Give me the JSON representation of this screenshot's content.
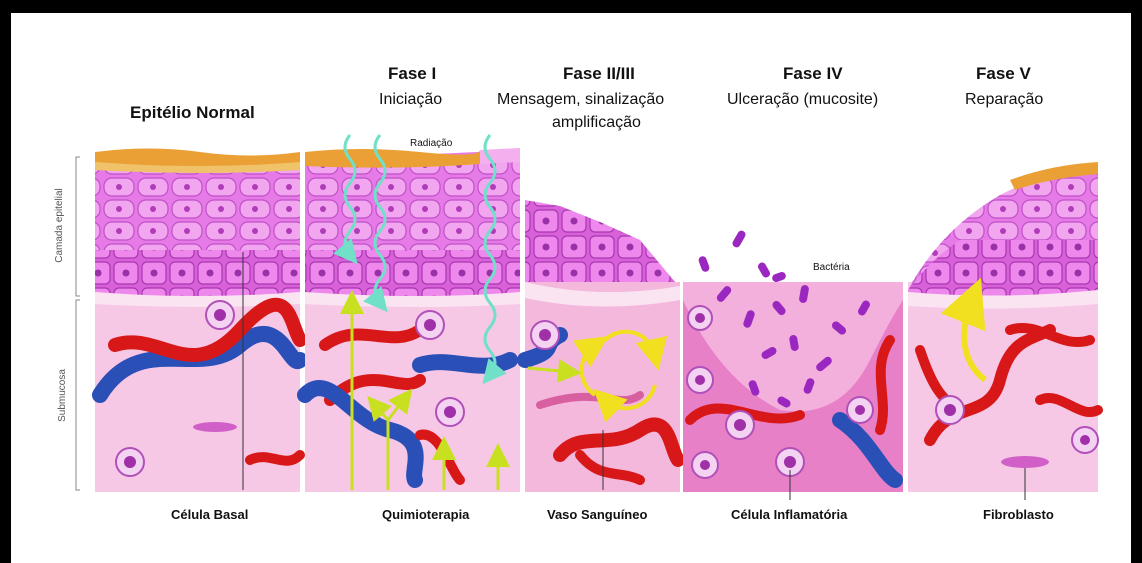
{
  "headers": {
    "normal": "Epitélio Normal",
    "phase1_title": "Fase I",
    "phase1_sub": "Iniciação",
    "phase2_title": "Fase II/III",
    "phase2_sub_line1": "Mensagem, sinalização",
    "phase2_sub_line2": "amplificação",
    "phase4_title": "Fase IV",
    "phase4_sub": "Ulceração (mucosite)",
    "phase5_title": "Fase V",
    "phase5_sub": "Reparação"
  },
  "side_labels": {
    "epithelial": "Camada epitelial",
    "submucosa": "Submucosa"
  },
  "inline_labels": {
    "radiation": "Radiação",
    "bacteria": "Bactéria"
  },
  "bottom_labels": {
    "basal_cell": "Célula Basal",
    "chemo": "Quimioterapia",
    "blood_vessel": "Vaso Sanguíneo",
    "inflammatory_cell": "Célula Inflamatória",
    "fibroblast": "Fibroblasto"
  },
  "colors": {
    "epithelium": "#e070e0",
    "submucosa": "#f6c4e4",
    "vessel_red": "#d81818",
    "vessel_blue": "#2a50b8",
    "keratin": "#e89a30",
    "radiation_wave": "#70e0c8",
    "chemo_arrow": "#c8e020",
    "bacteria": "#9a28c0"
  }
}
